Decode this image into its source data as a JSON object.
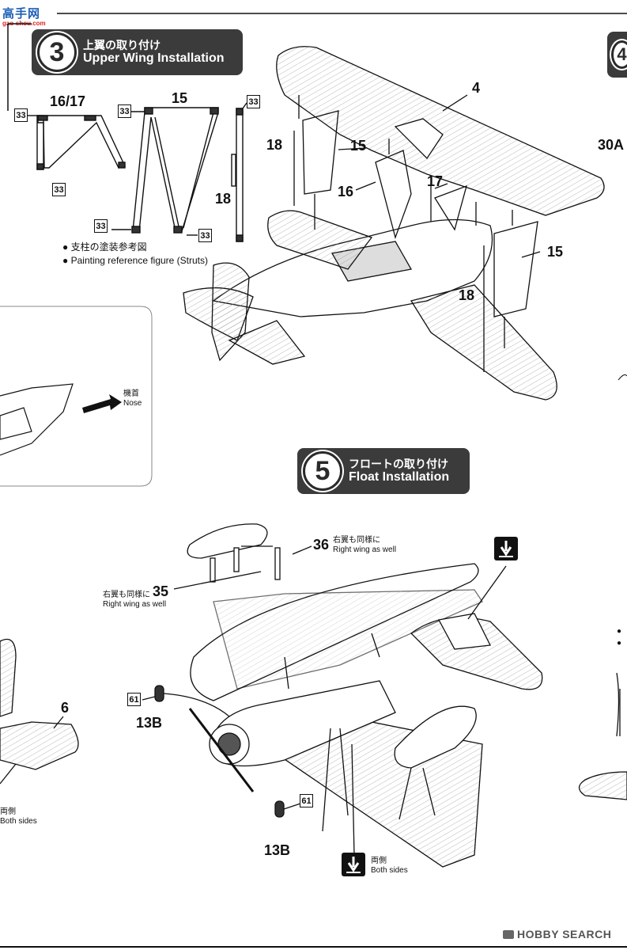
{
  "watermark": {
    "site_cn": "高手网",
    "site_url": "gao-shou.com"
  },
  "step3": {
    "number": "3",
    "title_jp": "上翼の取り付け",
    "title_en": "Upper Wing Installation"
  },
  "step5": {
    "number": "5",
    "title_jp": "フロートの取り付け",
    "title_en": "Float Installation"
  },
  "step4_partial": {
    "number": "4"
  },
  "strut_ref": {
    "part_16_17": "16/17",
    "part_15": "15",
    "part_18": "18",
    "color_badge": "33",
    "note_jp": "支柱の塗装参考図",
    "note_en": "Painting reference figure (Struts)"
  },
  "step3_parts": {
    "p4": "4",
    "p18a": "18",
    "p15a": "15",
    "p16": "16",
    "p17": "17",
    "p15b": "15",
    "p18b": "18",
    "p30a": "30A"
  },
  "inset": {
    "nose_jp": "機首",
    "nose_en": "Nose"
  },
  "step5_parts": {
    "p36": "36",
    "p36_note_jp": "右翼も同様に",
    "p36_note_en": "Right wing as well",
    "p35": "35",
    "p35_note_jp": "右翼も同様に",
    "p35_note_en": "Right wing as well",
    "badge61a": "61",
    "p13b_a": "13B",
    "badge61b": "61",
    "p13b_b": "13B",
    "both_jp": "両側",
    "both_en": "Both sides",
    "p6": "6",
    "left_both_jp": "両側",
    "left_both_en": "Both sides"
  },
  "footer": {
    "brand": "HOBBY SEARCH"
  },
  "colors": {
    "header_bg": "#3b3b3b",
    "ink": "#111111",
    "watermark_blue": "#1f5fb5",
    "watermark_red": "#d22"
  }
}
